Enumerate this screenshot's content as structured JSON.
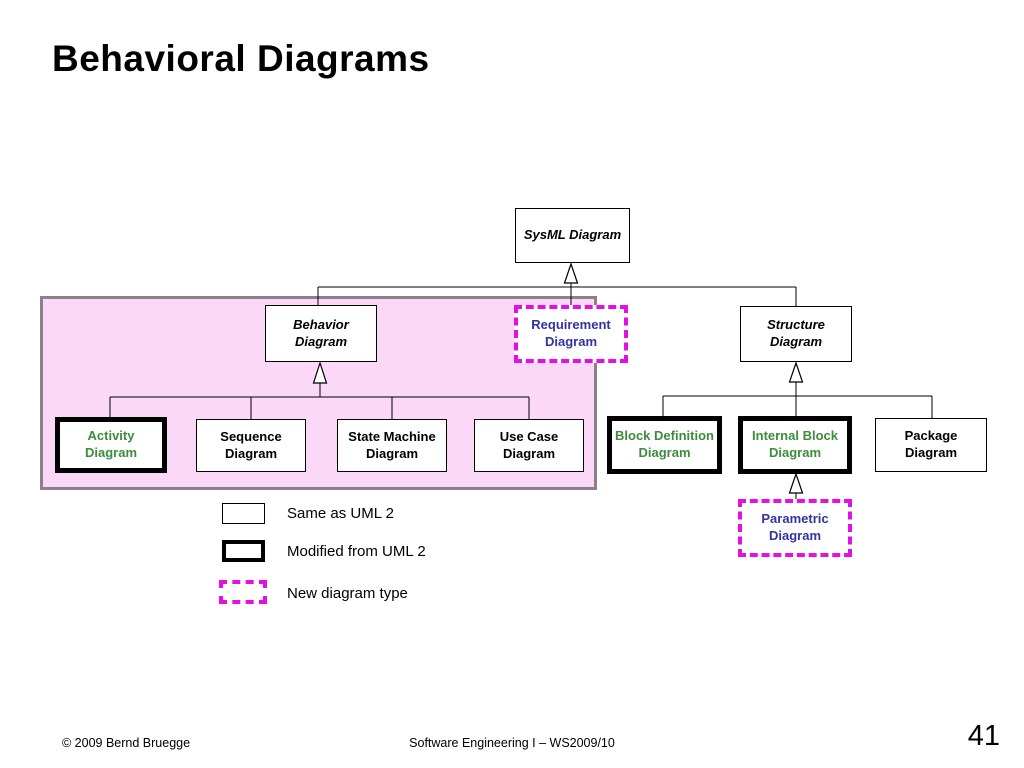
{
  "slide": {
    "title": "Behavioral Diagrams",
    "footer": {
      "copyright": "© 2009 Bernd Bruegge",
      "course": "Software Engineering I – WS2009/10",
      "page_number": "41"
    }
  },
  "colors": {
    "magenta": "#E310E3",
    "green": "#3C8C3C",
    "blue": "#3333A0",
    "pink": "#FBD8F8",
    "pinkBorder": "#8B8189"
  },
  "tree": {
    "nodes": [
      {
        "id": "sysml",
        "label": "SysML Diagram",
        "category": "same-as-uml2",
        "abstract": true
      },
      {
        "id": "behavior",
        "label": "Behavior Diagram",
        "category": "same-as-uml2",
        "abstract": true
      },
      {
        "id": "requirement",
        "label": "Requirement Diagram",
        "category": "new-diagram-type",
        "abstract": false
      },
      {
        "id": "structure",
        "label": "Structure Diagram",
        "category": "same-as-uml2",
        "abstract": true
      },
      {
        "id": "activity",
        "label": "Activity Diagram",
        "category": "modified-from-uml2",
        "abstract": false
      },
      {
        "id": "sequence",
        "label": "Sequence Diagram",
        "category": "same-as-uml2",
        "abstract": false
      },
      {
        "id": "statemachine",
        "label": "State Machine Diagram",
        "category": "same-as-uml2",
        "abstract": false
      },
      {
        "id": "usecase",
        "label": "Use Case Diagram",
        "category": "same-as-uml2",
        "abstract": false
      },
      {
        "id": "blockdef",
        "label": "Block Definition Diagram",
        "category": "modified-from-uml2",
        "abstract": false
      },
      {
        "id": "internalblock",
        "label": "Internal Block Diagram",
        "category": "modified-from-uml2",
        "abstract": false
      },
      {
        "id": "package",
        "label": "Package Diagram",
        "category": "same-as-uml2",
        "abstract": false
      },
      {
        "id": "parametric",
        "label": "Parametric Diagram",
        "category": "new-diagram-type",
        "abstract": false
      }
    ],
    "edges": [
      {
        "from": "sysml",
        "to": "behavior",
        "relation": "generalization"
      },
      {
        "from": "sysml",
        "to": "requirement",
        "relation": "generalization"
      },
      {
        "from": "sysml",
        "to": "structure",
        "relation": "generalization"
      },
      {
        "from": "behavior",
        "to": "activity",
        "relation": "generalization"
      },
      {
        "from": "behavior",
        "to": "sequence",
        "relation": "generalization"
      },
      {
        "from": "behavior",
        "to": "statemachine",
        "relation": "generalization"
      },
      {
        "from": "behavior",
        "to": "usecase",
        "relation": "generalization"
      },
      {
        "from": "structure",
        "to": "blockdef",
        "relation": "generalization"
      },
      {
        "from": "structure",
        "to": "internalblock",
        "relation": "generalization"
      },
      {
        "from": "structure",
        "to": "package",
        "relation": "generalization"
      },
      {
        "from": "internalblock",
        "to": "parametric",
        "relation": "generalization"
      }
    ]
  },
  "legend": {
    "items": [
      {
        "label": "Same as UML 2",
        "style": "plain"
      },
      {
        "label": "Modified from UML 2",
        "style": "modified"
      },
      {
        "label": "New diagram type",
        "style": "new"
      }
    ]
  }
}
